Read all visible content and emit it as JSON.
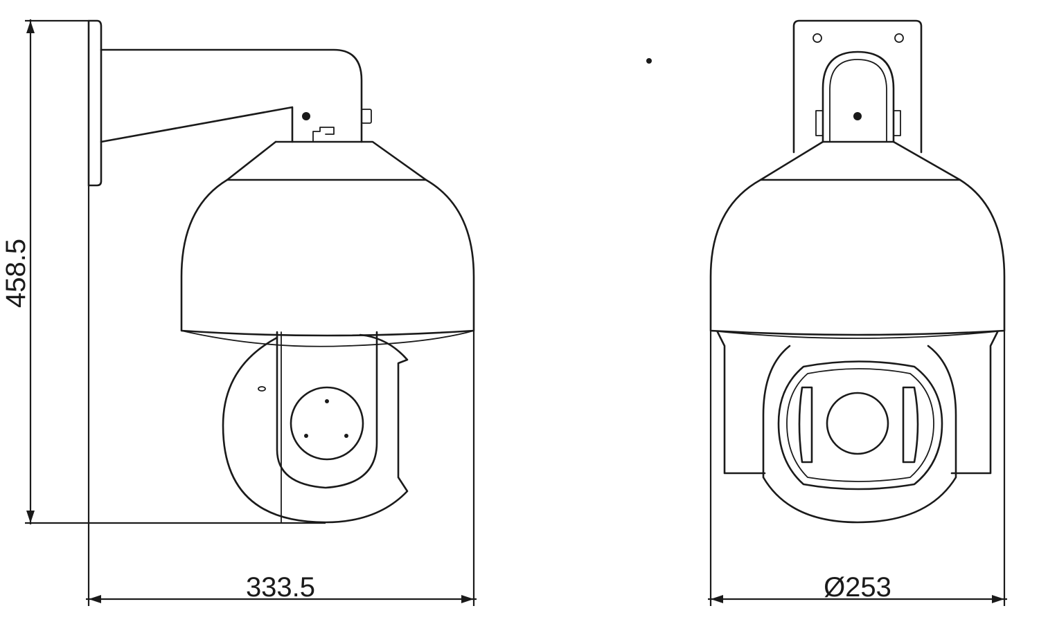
{
  "dimensions": {
    "height": "458.5",
    "width": "333.5",
    "diameter": "Ø253"
  },
  "colors": {
    "line": "#1a1a1a",
    "background": "#ffffff"
  }
}
